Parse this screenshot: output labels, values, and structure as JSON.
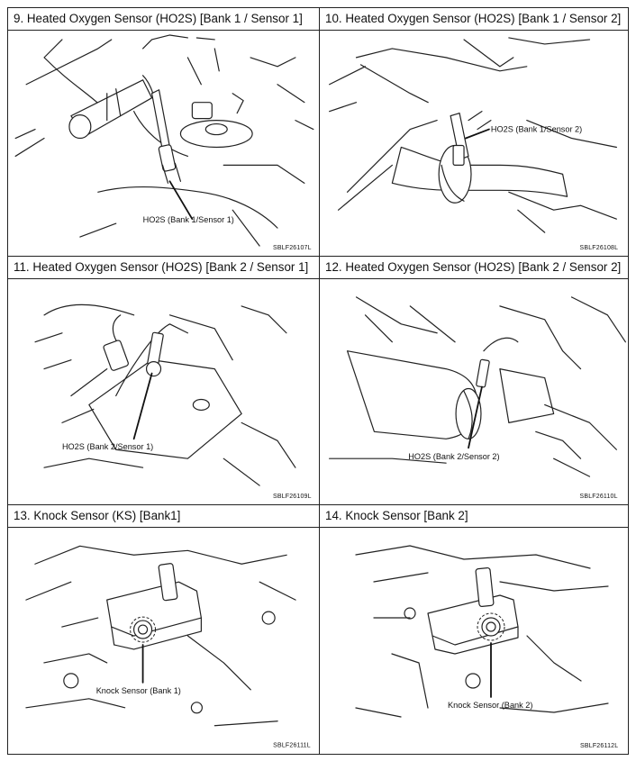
{
  "panels": [
    {
      "title": "9. Heated Oxygen Sensor (HO2S) [Bank 1 / Sensor 1]",
      "callout": "HO2S (Bank 1/Sensor 1)",
      "code": "SBLF26107L",
      "icon": "engine-pipe-illustration"
    },
    {
      "title": "10. Heated Oxygen Sensor (HO2S) [Bank 1 / Sensor 2]",
      "callout": "HO2S (Bank 1/Sensor 2)",
      "code": "SBLF26108L",
      "icon": "exhaust-pipe-illustration"
    },
    {
      "title": "11. Heated Oxygen Sensor (HO2S) [Bank 2 / Sensor 1]",
      "callout": "HO2S (Bank 2/Sensor 1)",
      "code": "SBLF26109L",
      "icon": "engine-manifold-illustration"
    },
    {
      "title": "12. Heated Oxygen Sensor (HO2S) [Bank 2 / Sensor 2]",
      "callout": "HO2S (Bank 2/Sensor 2)",
      "code": "SBLF26110L",
      "icon": "exhaust-pipe-illustration"
    },
    {
      "title": "13. Knock Sensor (KS) [Bank1]",
      "callout": "Knock Sensor (Bank 1)",
      "code": "SBLF26111L",
      "icon": "engine-block-illustration"
    },
    {
      "title": "14. Knock Sensor [Bank 2]",
      "callout": "Knock Sensor (Bank 2)",
      "code": "SBLF26112L",
      "icon": "engine-block-illustration"
    }
  ]
}
